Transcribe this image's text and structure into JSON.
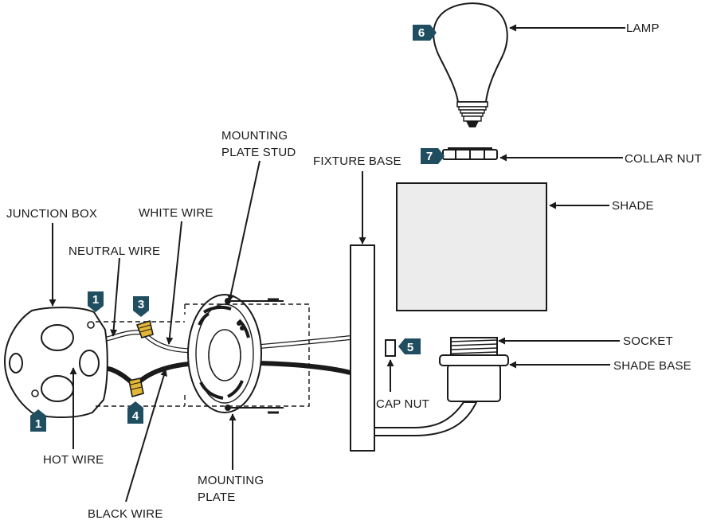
{
  "colors": {
    "badge": "#1f4e60",
    "line": "#1a1a1a",
    "shade_fill": "#ececec",
    "wire_white": "#ffffff",
    "wire_black": "#1a1a1a",
    "nut_fill": "#e3b636"
  },
  "labels": {
    "lamp": "LAMP",
    "collar_nut": "COLLAR NUT",
    "shade": "SHADE",
    "socket": "SOCKET",
    "shade_base": "SHADE BASE",
    "cap_nut": "CAP NUT",
    "fixture_base": "FIXTURE BASE",
    "mounting_plate_stud_1": "MOUNTING",
    "mounting_plate_stud_2": "PLATE STUD",
    "junction_box": "JUNCTION BOX",
    "white_wire": "WHITE WIRE",
    "neutral_wire": "NEUTRAL WIRE",
    "hot_wire": "HOT WIRE",
    "black_wire": "BLACK WIRE",
    "mounting_plate_1": "MOUNTING",
    "mounting_plate_2": "PLATE"
  },
  "badges": {
    "junction_box_top": "1",
    "junction_box_bottom": "1",
    "neutral_connector": "3",
    "hot_connector": "4",
    "cap_nut": "5",
    "lamp": "6",
    "collar_nut": "7"
  }
}
